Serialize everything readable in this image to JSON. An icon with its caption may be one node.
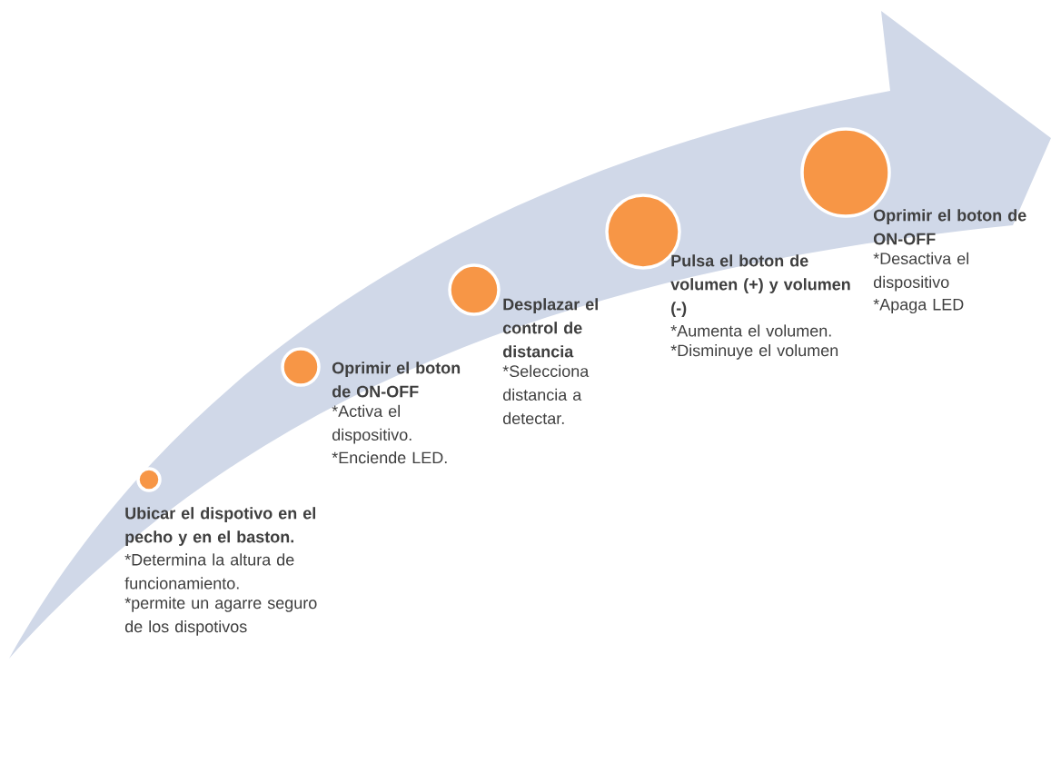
{
  "diagram": {
    "nodes": [
      {
        "text": [],
        "shape": "circle",
        "beside": [
          "Ubicar el dispotivo en el pecho y  en el baston.",
          "*Determina la altura de funcionamiento.",
          "*permite un agarre seguro de los dispotivos"
        ]
      },
      {
        "text": [],
        "shape": "circle",
        "beside": [
          "Oprimir el boton de ON-OFF",
          "*Activa el dispositivo.",
          "*Enciende LED."
        ]
      },
      {
        "text": [],
        "shape": "circle",
        "beside": [
          "Desplazar el control de distancia",
          "*Selecciona distancia a detectar."
        ]
      },
      {
        "text": [],
        "shape": "circle",
        "beside": [
          "Pulsa el boton de volumen (+) y volumen (-)",
          "*Aumenta el volumen.",
          "*Disminuye el volumen"
        ]
      },
      {
        "text": [],
        "shape": "circle",
        "beside": [
          "Oprimir el boton de ON-OFF",
          "*Desactiva el dispositivo",
          "*Apaga LED"
        ]
      }
    ],
    "edges": []
  }
}
